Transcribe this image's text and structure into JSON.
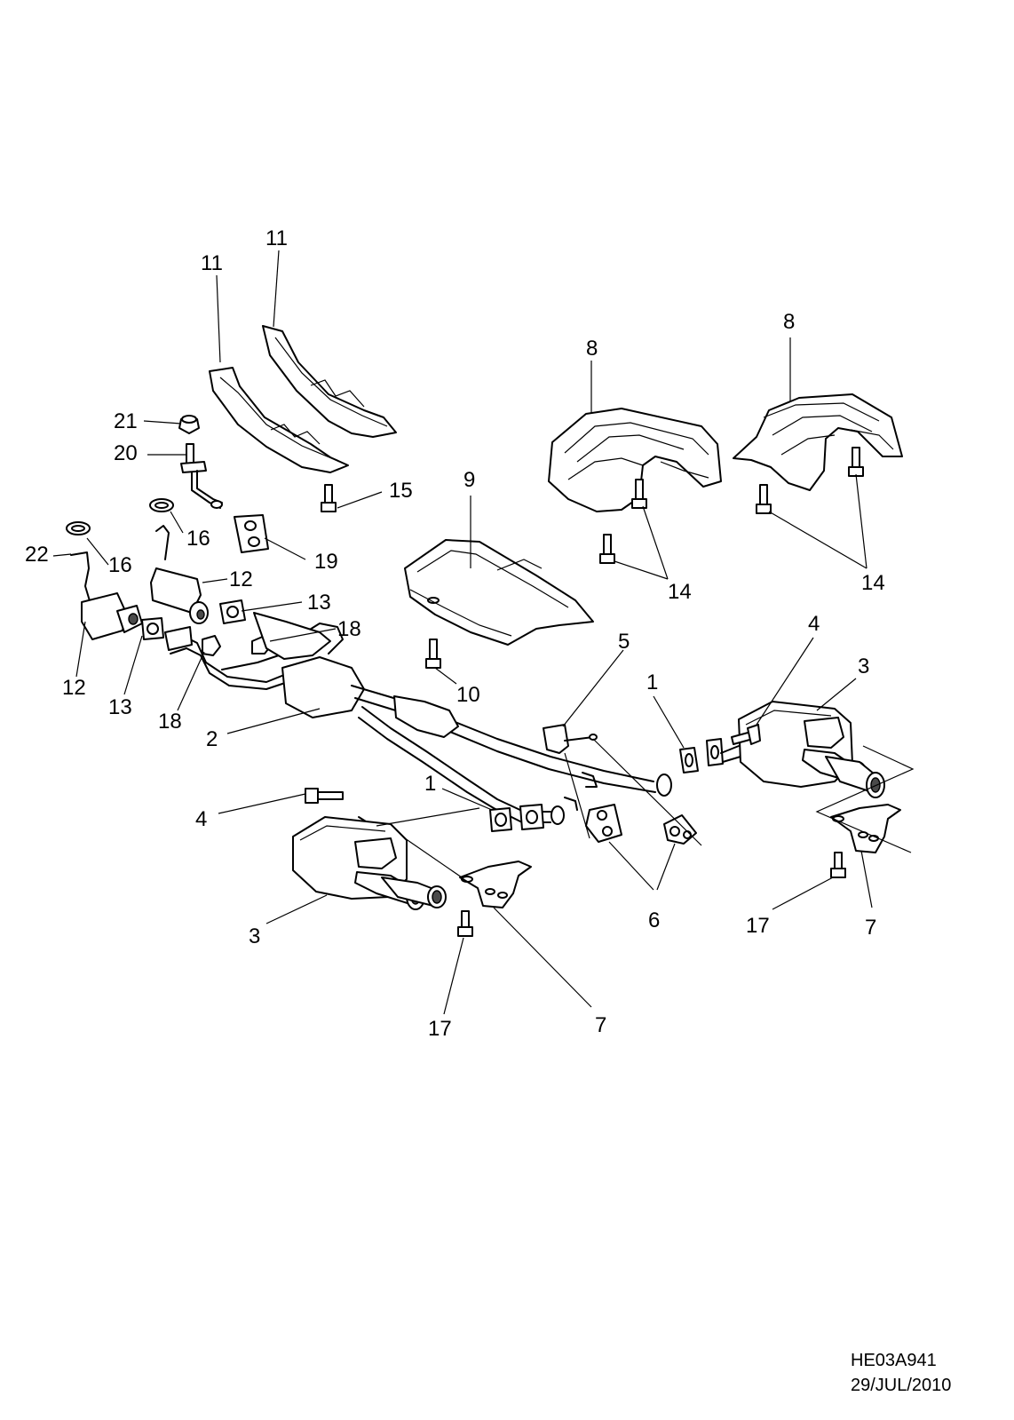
{
  "diagram": {
    "labels": [
      "11",
      "11",
      "21",
      "20",
      "15",
      "16",
      "19",
      "16",
      "22",
      "12",
      "13",
      "18",
      "12",
      "13",
      "18",
      "2",
      "9",
      "10",
      "8",
      "14",
      "8",
      "14",
      "5",
      "1",
      "4",
      "3",
      "1",
      "4",
      "6",
      "3",
      "17",
      "7",
      "17",
      "7"
    ],
    "footer": {
      "ref": "HE03A941",
      "date": "29/JUL/2010"
    }
  }
}
